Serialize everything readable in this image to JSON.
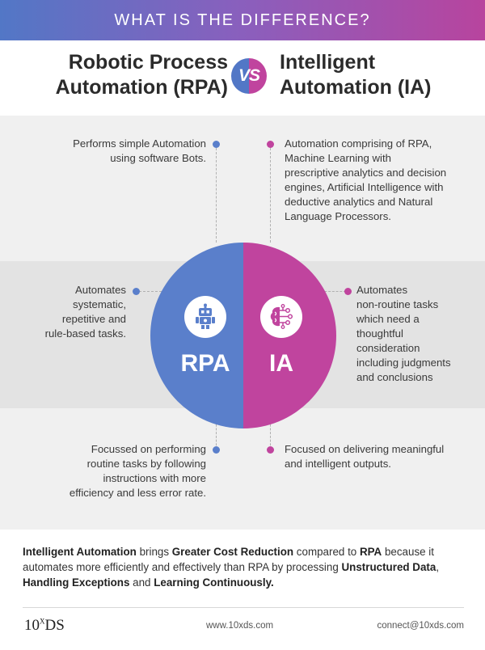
{
  "banner": {
    "title": "WHAT IS THE DIFFERENCE?"
  },
  "heading": {
    "left_line1": "Robotic Process",
    "left_line2": "Automation (RPA)",
    "vs": "VS",
    "right_line1": "Intelligent",
    "right_line2": "Automation (IA)"
  },
  "rpa_points": {
    "p1": [
      "Performs simple Automation",
      "using software Bots."
    ],
    "p2": [
      "Automates",
      "systematic,",
      "repetitive and",
      "rule-based tasks."
    ],
    "p3": [
      "Focussed on performing",
      "routine tasks by following",
      "instructions with more",
      "efficiency and less error rate."
    ]
  },
  "ia_points": {
    "p1": [
      "Automation comprising of RPA,",
      "Machine Learning with",
      "prescriptive analytics and decision",
      "engines, Artificial Intelligence with",
      "deductive analytics and Natural",
      "Language Processors."
    ],
    "p2": [
      "Automates",
      "non-routine tasks",
      "which need a",
      "thoughtful",
      "consideration",
      "including judgments",
      "and conclusions"
    ],
    "p3": [
      "Focused on delivering meaningful",
      "and intelligent outputs."
    ]
  },
  "circle": {
    "left_label": "RPA",
    "right_label": "IA",
    "left_icon": "robot-icon",
    "right_icon": "brain-circuit-icon"
  },
  "summary": {
    "s1": "Intelligent Automation",
    "s2": " brings ",
    "s3": "Greater Cost Reduction",
    "s4": " compared to ",
    "s5": "RPA",
    "s6": " because it automates more efficiently and effectively than RPA by processing ",
    "s7": "Unstructured Data",
    "s8": ", ",
    "s9": "Handling Exceptions",
    "s10": " and ",
    "s11": "Learning Continuously.",
    "s12": ""
  },
  "footer": {
    "logo_text": "10",
    "logo_sup": "X",
    "logo_tail": "DS",
    "website": "www.10xds.com",
    "email": "connect@10xds.com"
  },
  "colors": {
    "rpa_blue": "#5a7fcb",
    "ia_pink": "#c0449e"
  }
}
